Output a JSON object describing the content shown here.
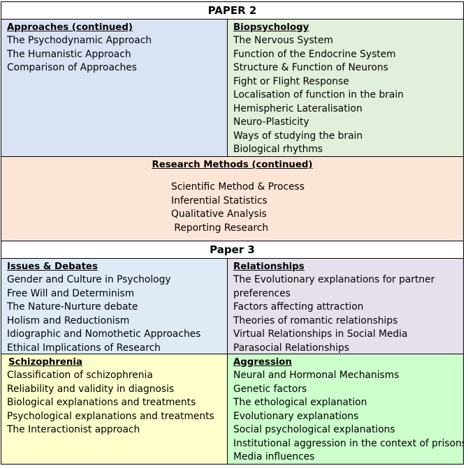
{
  "paper2": {
    "title": "PAPER 2",
    "approaches": {
      "title": "Approaches (continued)",
      "items": [
        "The Psychodynamic Approach",
        "The Humanistic Approach",
        "Comparison of Approaches"
      ]
    },
    "biopsychology": {
      "title": "Biopsychology",
      "items": [
        "The Nervous System",
        "Function of the Endocrine System",
        "Structure & Function of Neurons",
        "Fight or Flight Response",
        "Localisation of function in the brain",
        "Hemispheric Lateralisation",
        "Neuro-Plasticity",
        "Ways of studying the brain",
        "Biological rhythms"
      ]
    },
    "research_methods": {
      "title": "Research Methods (continued)",
      "items": [
        "Scientific Method & Process",
        "Inferential Statistics",
        "Qualitative Analysis",
        " Reporting Research"
      ]
    }
  },
  "paper3": {
    "title": "Paper 3",
    "issues_debates": {
      "title": "Issues & Debates",
      "items": [
        "Gender and Culture in Psychology",
        "Free Will and Determinism",
        "The Nature-Nurture debate",
        "Holism and Reductionism",
        "Idiographic and Nomothetic Approaches",
        "Ethical Implications of Research"
      ]
    },
    "relationships": {
      "title": "Relationships",
      "items": [
        "The Evolutionary explanations for partner",
        "preferences",
        "Factors affecting attraction",
        "Theories of romantic relationships",
        "Virtual Relationships in Social Media",
        "Parasocial Relationships"
      ]
    },
    "schizophrenia": {
      "title": "Schizophrenia",
      "items": [
        "Classification of schizophrenia",
        "Reliability and validity in diagnosis",
        "Biological explanations and treatments",
        "Psychological explanations and treatments",
        "The Interactionist approach"
      ]
    },
    "aggression": {
      "title": "Aggression",
      "items": [
        "Neural and Hormonal Mechanisms",
        "Genetic factors",
        "The ethological explanation",
        "Evolutionary explanations",
        "Social psychological explanations",
        "Institutional aggression in the context of prisons",
        "Media influences"
      ]
    }
  },
  "colors": {
    "approaches": "#dae3f3",
    "biopsychology": "#e2efda",
    "research_methods": "#fbe5d6",
    "issues_debates": "#deebf7",
    "relationships": "#e6e0ec",
    "schizophrenia": "#ffffcc",
    "aggression": "#ccffcc"
  }
}
